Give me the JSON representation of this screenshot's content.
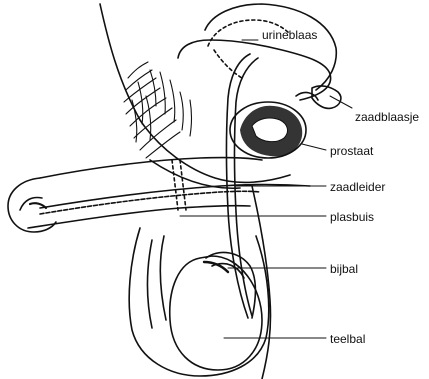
{
  "labels": {
    "urineblaas": "urineblaas",
    "zaadblaasje": "zaadblaasje",
    "prostaat": "prostaat",
    "zaadleider": "zaadleider",
    "plasbuis": "plasbuis",
    "bijbal": "bijbal",
    "teelbal": "teelbal"
  }
}
